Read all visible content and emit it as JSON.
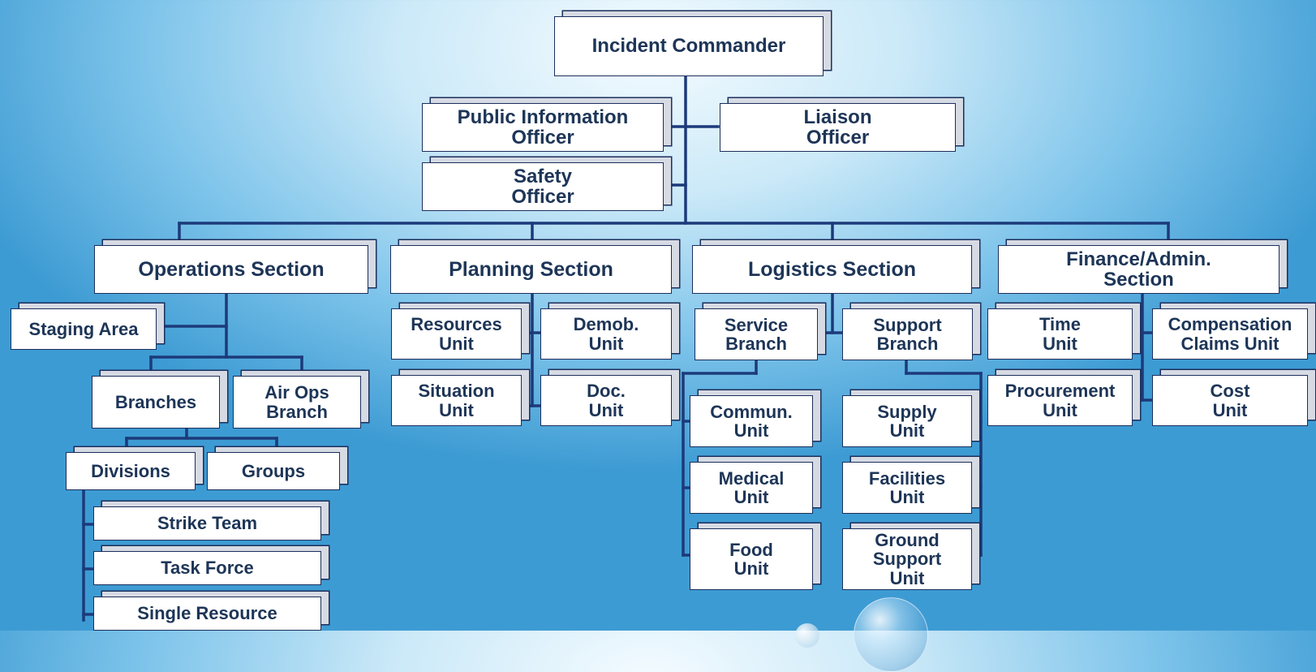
{
  "org_chart": {
    "incident_commander": "Incident Commander",
    "public_information_officer": "Public Information\nOfficer",
    "liaison_officer": "Liaison\nOfficer",
    "safety_officer": "Safety\nOfficer",
    "sections": {
      "operations": {
        "title": "Operations Section",
        "staging_area": "Staging Area",
        "branches": "Branches",
        "air_ops_branch": "Air Ops\nBranch",
        "divisions": "Divisions",
        "groups": "Groups",
        "strike_team": "Strike Team",
        "task_force": "Task Force",
        "single_resource": "Single Resource"
      },
      "planning": {
        "title": "Planning Section",
        "resources_unit": "Resources\nUnit",
        "demob_unit": "Demob.\nUnit",
        "situation_unit": "Situation\nUnit",
        "doc_unit": "Doc.\nUnit"
      },
      "logistics": {
        "title": "Logistics Section",
        "service_branch": "Service\nBranch",
        "support_branch": "Support\nBranch",
        "commun_unit": "Commun.\nUnit",
        "medical_unit": "Medical\nUnit",
        "food_unit": "Food\nUnit",
        "supply_unit": "Supply\nUnit",
        "facilities_unit": "Facilities\nUnit",
        "ground_support_unit": "Ground\nSupport\nUnit"
      },
      "finance": {
        "title": "Finance/Admin.\nSection",
        "time_unit": "Time\nUnit",
        "compensation_claims_unit": "Compensation\nClaims Unit",
        "procurement_unit": "Procurement\nUnit",
        "cost_unit": "Cost\nUnit"
      }
    }
  },
  "colors": {
    "connector": "#1c3a7a",
    "box_text": "#1d3557",
    "box_fill": "#ffffff",
    "background_light": "#f4fbff",
    "background_dark": "#3d9bd3"
  }
}
